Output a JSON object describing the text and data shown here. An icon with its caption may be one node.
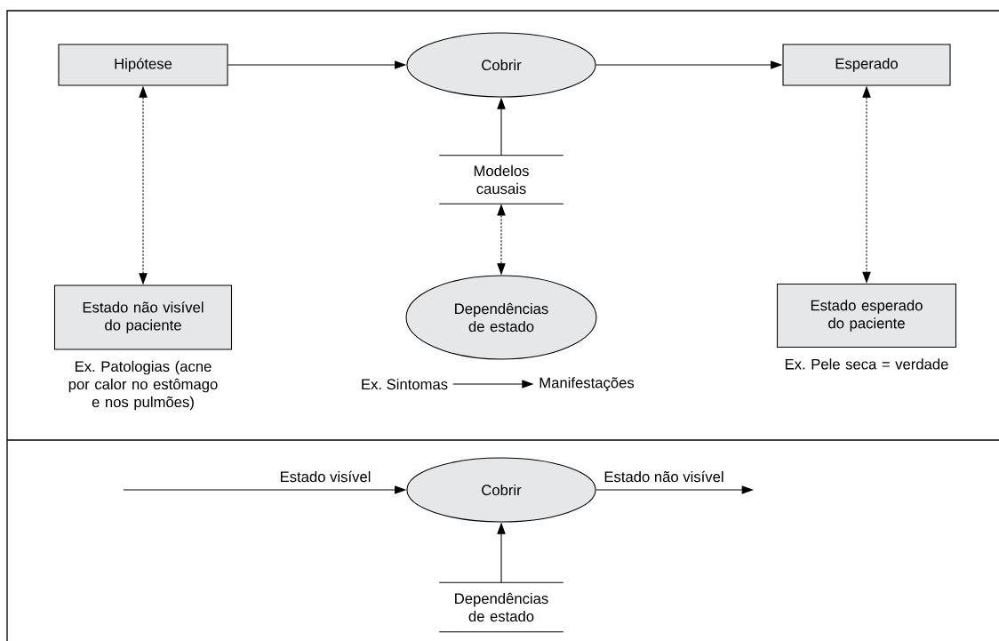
{
  "diagram": {
    "nodes": [
      {
        "text": [
          "Hipótese"
        ]
      },
      {
        "text": [
          "Cobrir"
        ]
      },
      {
        "text": [
          "Esperado"
        ]
      },
      {
        "text": [
          "Modelos causais"
        ]
      },
      {
        "text": [
          "Estado não visível do paciente"
        ],
        "beside": [
          "Ex. Patologias (acne por calor no estômago e nos pulmões)"
        ]
      },
      {
        "text": [
          "Dependências de estado"
        ]
      },
      {
        "text": [
          "Ex. Sintomas"
        ]
      },
      {
        "text": [
          "Manifestações"
        ]
      },
      {
        "text": [
          "Estado esperado do paciente"
        ],
        "beside": [
          "Ex. Pele seca = verdade"
        ]
      },
      {
        "text": [
          "Cobrir"
        ]
      },
      {
        "text": [
          "Dependências de estado"
        ]
      }
    ],
    "edges": [
      {
        "from": 0,
        "to": 1,
        "arrow": "to"
      },
      {
        "from": 1,
        "to": 2,
        "arrow": "to"
      },
      {
        "from": 3,
        "to": 1,
        "arrow": "to"
      },
      {
        "from": 0,
        "to": 4,
        "arrow": "both",
        "style": "dashed"
      },
      {
        "from": 3,
        "to": 5,
        "arrow": "both",
        "style": "dashed"
      },
      {
        "from": 2,
        "to": 8,
        "arrow": "both",
        "style": "dashed"
      },
      {
        "from": 6,
        "to": 7,
        "arrow": "to"
      },
      {
        "from": null,
        "to": 9,
        "arrow": "to",
        "label": "Estado visível"
      },
      {
        "from": 9,
        "to": null,
        "arrow": "to",
        "label": "Estado não visível"
      },
      {
        "from": 10,
        "to": 9,
        "arrow": "to"
      }
    ]
  }
}
